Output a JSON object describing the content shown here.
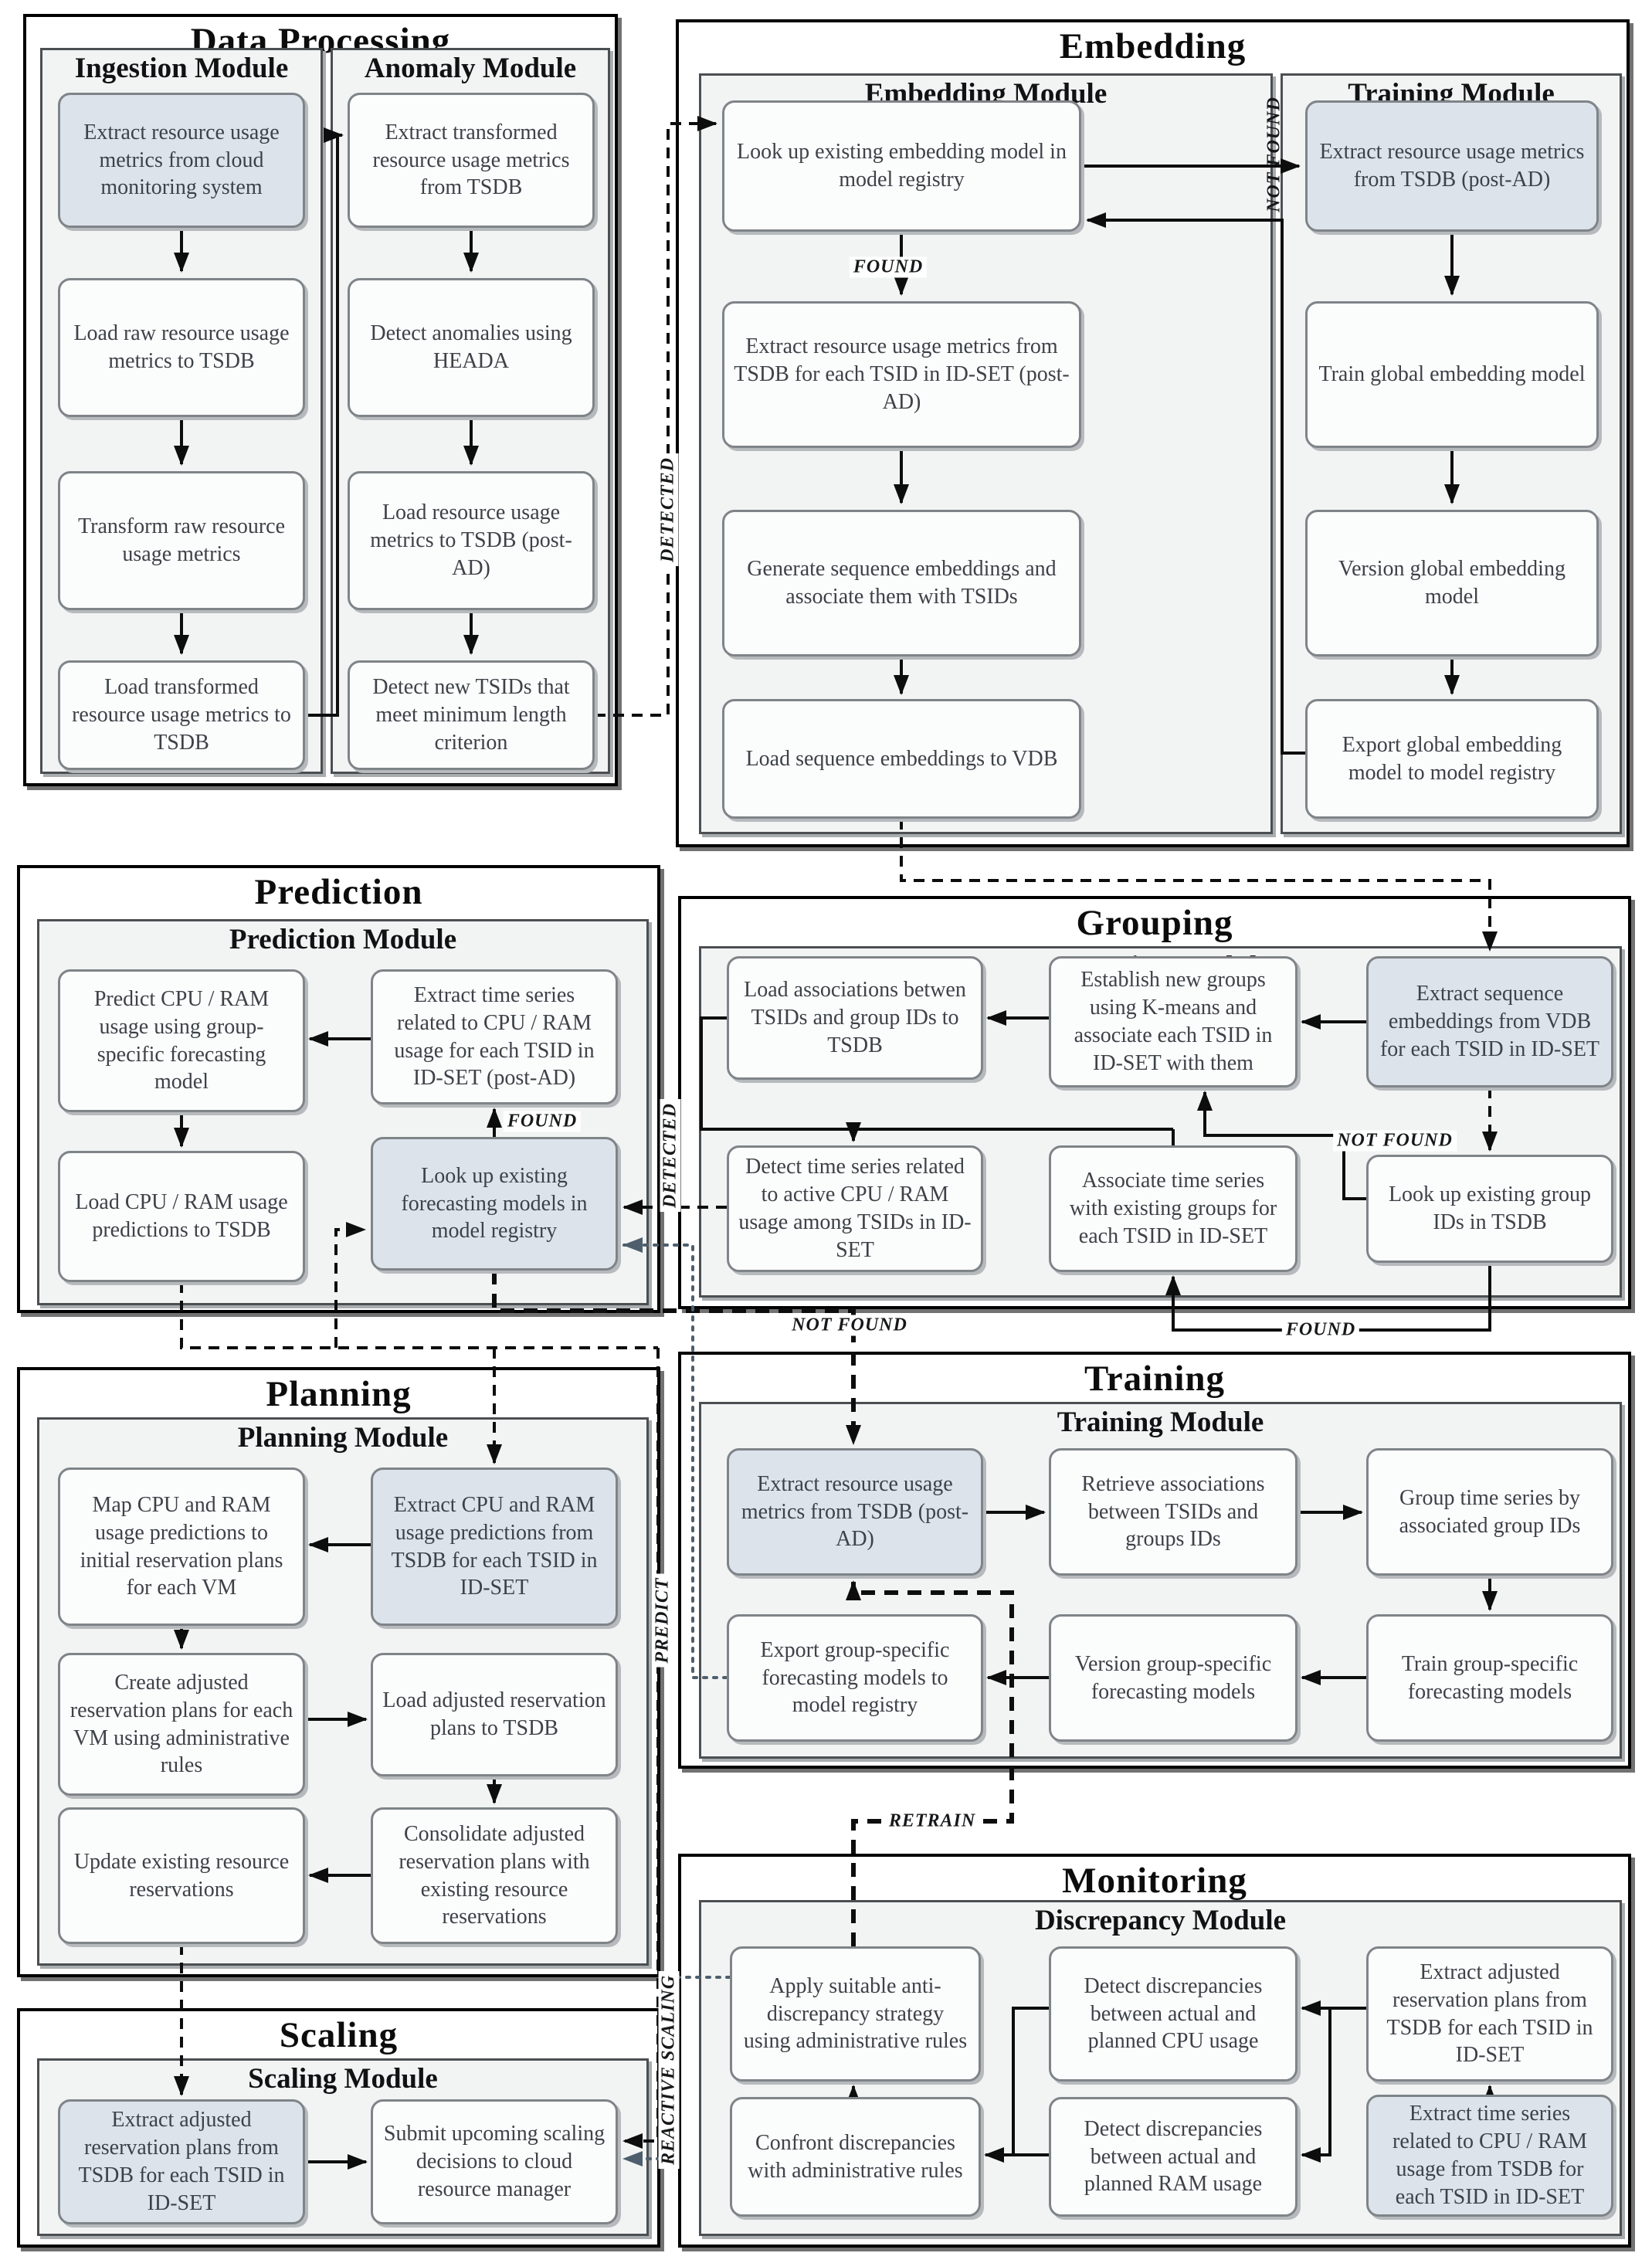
{
  "sections": {
    "data_processing": {
      "title": "Data Processing",
      "modules": {
        "ingestion": "Ingestion Module",
        "anomaly": "Anomaly Module"
      }
    },
    "embedding": {
      "title": "Embedding",
      "modules": {
        "embedding": "Embedding Module",
        "training": "Training Module"
      }
    },
    "prediction": {
      "title": "Prediction",
      "modules": {
        "prediction": "Prediction Module"
      }
    },
    "grouping": {
      "title": "Grouping",
      "modules": {
        "grouping": "Grouping Module"
      }
    },
    "planning": {
      "title": "Planning",
      "modules": {
        "planning": "Planning Module"
      }
    },
    "training": {
      "title": "Training",
      "modules": {
        "training": "Training Module"
      }
    },
    "scaling": {
      "title": "Scaling",
      "modules": {
        "scaling": "Scaling Module"
      }
    },
    "monitoring": {
      "title": "Monitoring",
      "modules": {
        "discrepancy": "Discrepancy Module"
      }
    }
  },
  "nodes": {
    "dp1": {
      "label": "Extract resource usage metrics from cloud monitoring system",
      "highlighted": true
    },
    "dp2": {
      "label": "Load raw resource usage metrics to TSDB",
      "highlighted": false
    },
    "dp3": {
      "label": "Transform raw resource usage metrics",
      "highlighted": false
    },
    "dp4": {
      "label": "Load transformed resource usage metrics to TSDB",
      "highlighted": false
    },
    "an1": {
      "label": "Extract transformed resource usage metrics from TSDB",
      "highlighted": false
    },
    "an2": {
      "label": "Detect anomalies using HEADA",
      "highlighted": false
    },
    "an3": {
      "label": "Load resource usage metrics to TSDB (post-AD)",
      "highlighted": false
    },
    "an4": {
      "label": "Detect new TSIDs that meet minimum length criterion",
      "highlighted": false
    },
    "em1": {
      "label": "Look up existing embedding model in model registry",
      "highlighted": false
    },
    "em2": {
      "label": "Extract resource usage metrics from TSDB for each TSID in ID-SET (post-AD)",
      "highlighted": false
    },
    "em3": {
      "label": "Generate sequence embeddings and associate them with TSIDs",
      "highlighted": false
    },
    "em4": {
      "label": "Load sequence embeddings to VDB",
      "highlighted": false
    },
    "et1": {
      "label": "Extract resource usage metrics from TSDB (post-AD)",
      "highlighted": true
    },
    "et2": {
      "label": "Train global embedding model",
      "highlighted": false
    },
    "et3": {
      "label": "Version global embedding model",
      "highlighted": false
    },
    "et4": {
      "label": "Export global embedding model to model registry",
      "highlighted": false
    },
    "p1": {
      "label": "Predict CPU / RAM usage using group-specific forecasting model",
      "highlighted": false
    },
    "p2": {
      "label": "Extract time series related to CPU / RAM usage for each TSID in ID-SET (post-AD)",
      "highlighted": false
    },
    "p3": {
      "label": "Load CPU / RAM usage predictions to TSDB",
      "highlighted": false
    },
    "p4": {
      "label": "Look up existing forecasting models in model registry",
      "highlighted": true
    },
    "g1": {
      "label": "Load associations betwen TSIDs and group IDs to TSDB",
      "highlighted": false
    },
    "g2": {
      "label": "Establish new groups using K-means and associate each TSID in ID-SET with them",
      "highlighted": false
    },
    "g3": {
      "label": "Extract sequence embeddings from VDB for each TSID in ID-SET",
      "highlighted": true
    },
    "g4": {
      "label": "Detect time series related to active CPU / RAM usage among TSIDs in ID-SET",
      "highlighted": false
    },
    "g5": {
      "label": "Associate time series with existing groups for each TSID in ID-SET",
      "highlighted": false
    },
    "g6": {
      "label": "Look up existing group IDs in TSDB",
      "highlighted": false
    },
    "t1": {
      "label": "Extract resource usage metrics from TSDB (post-AD)",
      "highlighted": true
    },
    "t2": {
      "label": "Retrieve associations between TSIDs and groups IDs",
      "highlighted": false
    },
    "t3": {
      "label": "Group time series by associated group IDs",
      "highlighted": false
    },
    "t4": {
      "label": "Export group-specific forecasting models to model registry",
      "highlighted": false
    },
    "t5": {
      "label": "Version group-specific forecasting models",
      "highlighted": false
    },
    "t6": {
      "label": "Train group-specific forecasting models",
      "highlighted": false
    },
    "pl1": {
      "label": "Extract CPU and RAM usage predictions from TSDB for each TSID in ID-SET",
      "highlighted": true
    },
    "pl2": {
      "label": "Map CPU and RAM usage predictions to initial reservation plans for each VM",
      "highlighted": false
    },
    "pl3": {
      "label": "Create adjusted reservation plans for each VM using administrative rules",
      "highlighted": false
    },
    "pl4": {
      "label": "Load adjusted reservation plans to TSDB",
      "highlighted": false
    },
    "pl5": {
      "label": "Update existing resource reservations",
      "highlighted": false
    },
    "pl6": {
      "label": "Consolidate adjusted reservation plans with existing resource reservations",
      "highlighted": false
    },
    "sc1": {
      "label": "Extract adjusted reservation plans from TSDB for each TSID in ID-SET",
      "highlighted": true
    },
    "sc2": {
      "label": "Submit upcoming scaling decisions to cloud resource manager",
      "highlighted": false
    },
    "m1": {
      "label": "Apply suitable anti-discrepancy strategy using administrative rules",
      "highlighted": false
    },
    "m2": {
      "label": "Detect discrepancies between actual and planned CPU usage",
      "highlighted": false
    },
    "m3": {
      "label": "Extract adjusted reservation plans from TSDB for each TSID in ID-SET",
      "highlighted": false
    },
    "m4": {
      "label": "Confront discrepancies with administrative rules",
      "highlighted": false
    },
    "m5": {
      "label": "Detect discrepancies between actual and planned RAM usage",
      "highlighted": false
    },
    "m6": {
      "label": "Extract time series related to CPU / RAM usage from TSDB for each TSID in ID-SET",
      "highlighted": true
    }
  },
  "edge_labels": {
    "found_embedding": "FOUND",
    "not_found_embedding": "NOT FOUND",
    "detected_dataproc": "DETECTED",
    "found_prediction": "FOUND",
    "detected_grouping": "DETECTED",
    "not_found_grouping": "NOT FOUND",
    "found_grouping": "FOUND",
    "not_found_training": "NOT FOUND",
    "predict": "PREDICT",
    "retrain": "RETRAIN",
    "reactive_scaling": "REACTIVE SCALING"
  }
}
